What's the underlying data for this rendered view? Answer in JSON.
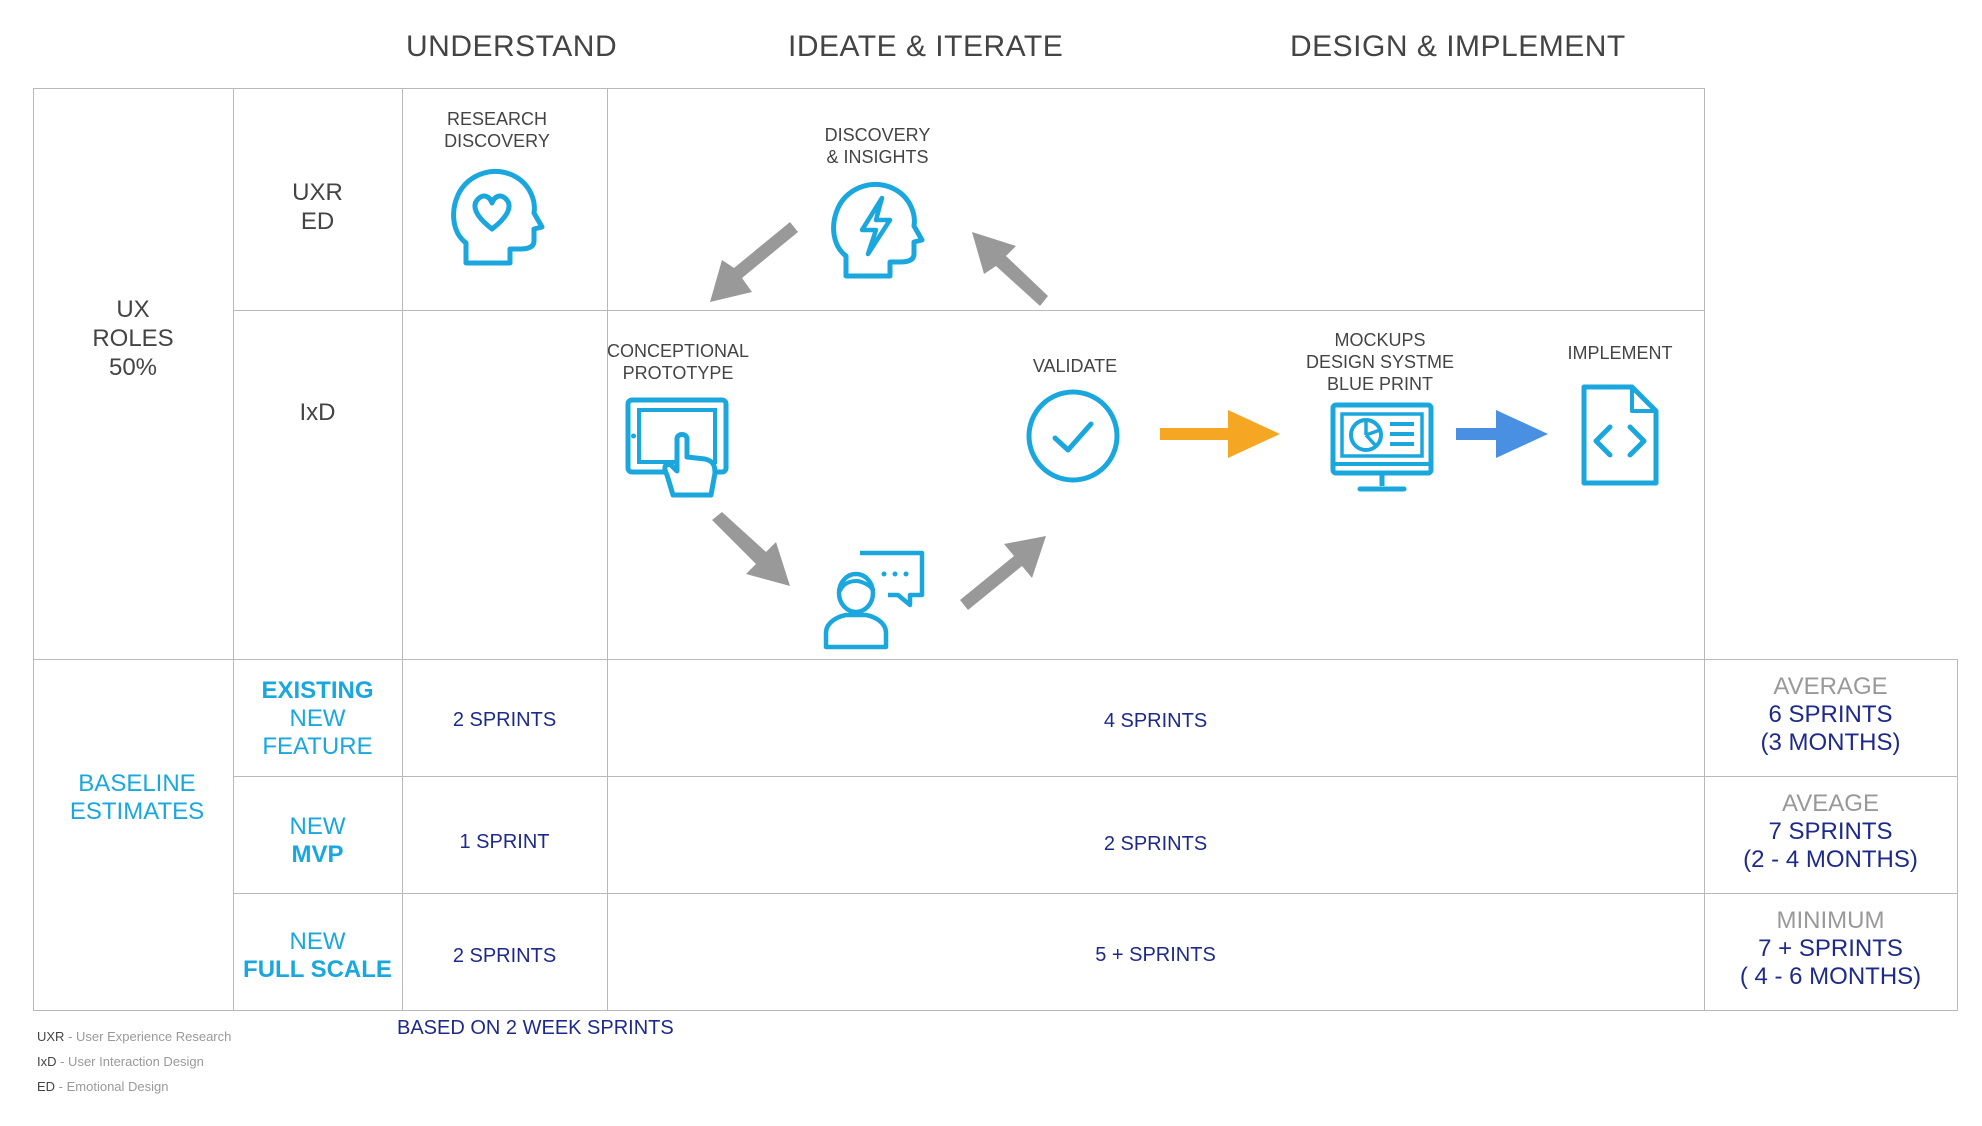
{
  "phases": [
    "UNDERSTAND",
    "IDEATE & ITERATE",
    "DESIGN & IMPLEMENT"
  ],
  "roles": {
    "ux_roles": [
      "UX",
      "ROLES",
      "50%"
    ],
    "uxr_ed": [
      "UXR",
      "ED"
    ],
    "ixd": "IxD"
  },
  "steps": {
    "research": [
      "RESEARCH",
      "DISCOVERY"
    ],
    "discovery": [
      "DISCOVERY",
      "& INSIGHTS"
    ],
    "prototype": [
      "CONCEPTIONAL",
      "PROTOTYPE"
    ],
    "validate": "VALIDATE",
    "mockups": [
      "MOCKUPS",
      "DESIGN SYSTME",
      "BLUE PRINT"
    ],
    "implement": "IMPLEMENT"
  },
  "baseline": {
    "label": [
      "BASELINE",
      "ESTIMATES"
    ],
    "rows": [
      {
        "label": [
          "EXISTING",
          "NEW",
          "FEATURE"
        ],
        "understand": "2 SPRINTS",
        "ideate": "4 SPRINTS",
        "summary": [
          "AVERAGE",
          "6 SPRINTS",
          "(3 MONTHS)"
        ]
      },
      {
        "label": [
          "NEW",
          "MVP"
        ],
        "understand": "1 SPRINT",
        "ideate": "2 SPRINTS",
        "summary": [
          "AVEAGE",
          "7 SPRINTS",
          "(2 - 4  MONTHS)"
        ]
      },
      {
        "label": [
          "NEW",
          "FULL SCALE"
        ],
        "understand": "2 SPRINTS",
        "ideate": "5 + SPRINTS",
        "summary": [
          "MINIMUM",
          "7 + SPRINTS",
          "( 4 - 6  MONTHS)"
        ]
      }
    ],
    "note": "BASED ON 2 WEEK SPRINTS"
  },
  "legend": [
    {
      "abbr": "UXR",
      "text": " - User Experience Research"
    },
    {
      "abbr": "IxD",
      "text": " - User Interaction Design"
    },
    {
      "abbr": "ED",
      "text": " - Emotional Design"
    }
  ],
  "colors": {
    "icon_blue": "#1aa7de",
    "text_navy": "#1e2a8a",
    "arrow_gray": "#999999",
    "arrow_orange": "#f5a623",
    "arrow_blue": "#4a90e2",
    "grid": "#b9b9b9"
  },
  "icons": [
    "head-heart-icon",
    "head-lightning-icon",
    "tablet-touch-icon",
    "check-circle-icon",
    "person-chat-icon",
    "monitor-chart-icon",
    "code-file-icon"
  ]
}
